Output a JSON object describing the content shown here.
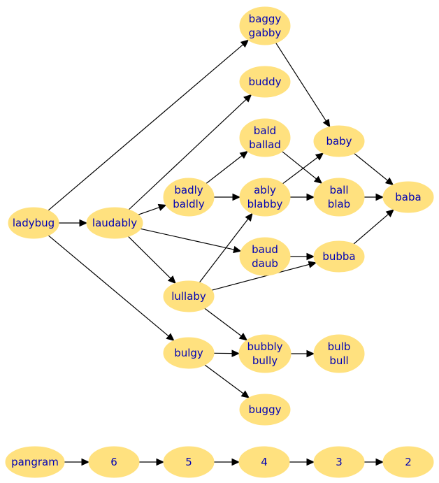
{
  "colors": {
    "node_fill": "#ffe17f",
    "node_text": "#0000b4",
    "edge": "#000000",
    "background": "#ffffff"
  },
  "nodes": {
    "ladybug": [
      "ladybug"
    ],
    "laudably": [
      "laudably"
    ],
    "baggy_gabby": [
      "baggy",
      "gabby"
    ],
    "buddy": [
      "buddy"
    ],
    "badly_baldly": [
      "badly",
      "baldly"
    ],
    "lullaby": [
      "lullaby"
    ],
    "bulgy": [
      "bulgy"
    ],
    "bald_ballad": [
      "bald",
      "ballad"
    ],
    "ably_blabby": [
      "ably",
      "blabby"
    ],
    "baud_daub": [
      "baud",
      "daub"
    ],
    "bubbly_bully": [
      "bubbly",
      "bully"
    ],
    "buggy": [
      "buggy"
    ],
    "baby": [
      "baby"
    ],
    "ball_blab": [
      "ball",
      "blab"
    ],
    "bubba": [
      "bubba"
    ],
    "bulb_bull": [
      "bulb",
      "bull"
    ],
    "baba": [
      "baba"
    ],
    "pangram": [
      "pangram"
    ],
    "n6": [
      "6"
    ],
    "n5": [
      "5"
    ],
    "n4": [
      "4"
    ],
    "n3": [
      "3"
    ],
    "n2": [
      "2"
    ]
  },
  "edges": [
    [
      "ladybug",
      "laudably"
    ],
    [
      "ladybug",
      "baggy_gabby"
    ],
    [
      "ladybug",
      "bulgy"
    ],
    [
      "laudably",
      "buddy"
    ],
    [
      "laudably",
      "badly_baldly"
    ],
    [
      "laudably",
      "baud_daub"
    ],
    [
      "laudably",
      "lullaby"
    ],
    [
      "badly_baldly",
      "bald_ballad"
    ],
    [
      "badly_baldly",
      "ably_blabby"
    ],
    [
      "lullaby",
      "ably_blabby"
    ],
    [
      "lullaby",
      "bubba"
    ],
    [
      "lullaby",
      "bubbly_bully"
    ],
    [
      "bulgy",
      "bubbly_bully"
    ],
    [
      "bulgy",
      "buggy"
    ],
    [
      "baggy_gabby",
      "baby"
    ],
    [
      "bald_ballad",
      "ball_blab"
    ],
    [
      "ably_blabby",
      "baby"
    ],
    [
      "ably_blabby",
      "ball_blab"
    ],
    [
      "baud_daub",
      "bubba"
    ],
    [
      "bubbly_bully",
      "bulb_bull"
    ],
    [
      "baby",
      "baba"
    ],
    [
      "ball_blab",
      "baba"
    ],
    [
      "bubba",
      "baba"
    ],
    [
      "pangram",
      "n6"
    ],
    [
      "n6",
      "n5"
    ],
    [
      "n5",
      "n4"
    ],
    [
      "n4",
      "n3"
    ],
    [
      "n3",
      "n2"
    ]
  ]
}
